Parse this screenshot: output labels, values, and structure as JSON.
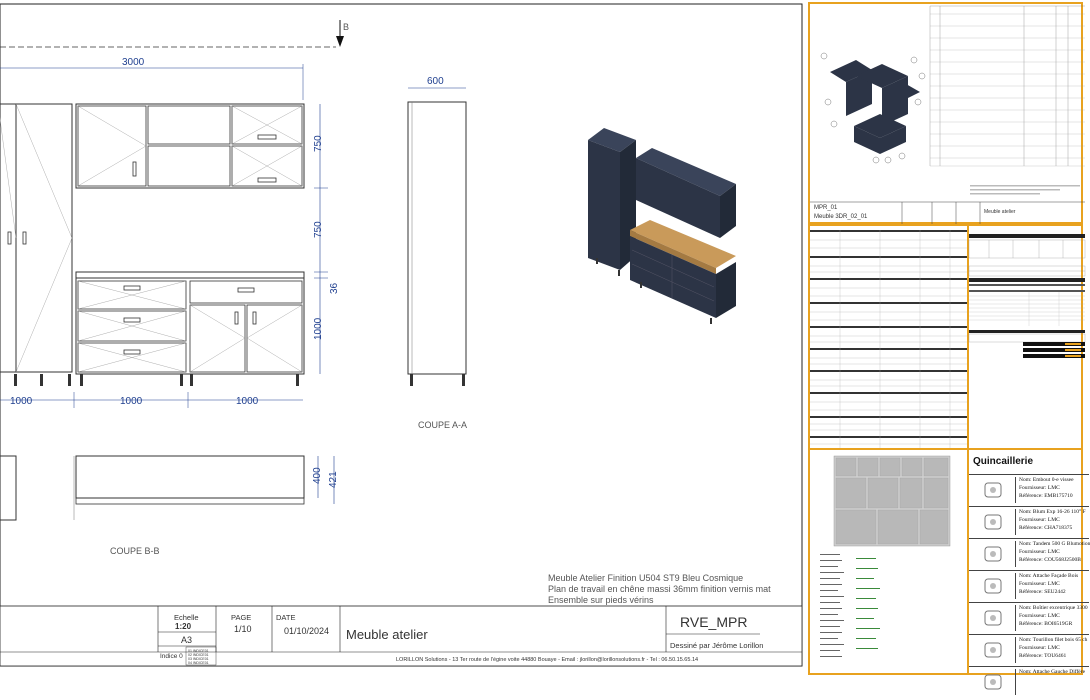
{
  "drawing": {
    "section_marker": "B",
    "dims": {
      "total_width": "3000",
      "height_upper": "750",
      "height_middle": "750",
      "height_worktop": "36",
      "height_lower": "1000",
      "width_col1": "1000",
      "width_col2": "1000",
      "width_col3": "1000",
      "depth_column": "600",
      "depth_lower": "400",
      "depth_total": "421"
    },
    "section_aa": "COUPE A-A",
    "section_bb": "COUPE B-B",
    "description_lines": [
      "Meuble Atelier Finition U504 ST9 Bleu Cosmique",
      "Plan de travail en chêne massi 36mm finition vernis mat",
      "Ensemble sur pieds vérins"
    ]
  },
  "title_block": {
    "scale_label": "Echelle",
    "scale_value": "1:20",
    "format": "A3",
    "index_label": "Indice 0",
    "page_label": "PAGE",
    "page_value": "1/10",
    "date_label": "DATE",
    "date_value": "01/10/2024",
    "title": "Meuble atelier",
    "reference": "RVE_MPR",
    "drawn_by": "Dessiné par Jérôme Lorillon",
    "company": "LORILLON Solutions - 13 Ter route de l'égine voite 44880 Bouaye - Email : jlorillon@lorillonsolutions.fr - Tel : 06.50.15.65.14",
    "revisions": [
      "01 INDICE01",
      "02 INDICE01",
      "03 INDICE01",
      "04 INDICE01"
    ]
  },
  "sheet2": {
    "ref": "MPR_01",
    "subref": "Meuble 3DR_02_01",
    "title": "Meuble atelier"
  },
  "sheet5": {
    "title": "Quincaillerie",
    "items": [
      {
        "nom": "Nom: Embout 0-e vissee",
        "fournisseur": "Fournisseur: LMC",
        "reference": "Référence: EMB175710"
      },
      {
        "nom": "Nom: Blum Exp 16-26 110° F",
        "fournisseur": "Fournisseur: LMC",
        "reference": "Référence: CHA718375"
      },
      {
        "nom": "Nom: Tandem 500 G Blumotion",
        "fournisseur": "Fournisseur: LMC",
        "reference": "Référence: COU568J2500B"
      },
      {
        "nom": "Nom: Attache Façade Bois",
        "fournisseur": "Fournisseur: LMC",
        "reference": "Référence: SEU2442"
      },
      {
        "nom": "Nom: Boîtier excentrique 3300",
        "fournisseur": "Fournisseur: LMC",
        "reference": "Référence: BOI6519GR"
      },
      {
        "nom": "Nom: Tourillon filet bois 65 ch",
        "fournisseur": "Fournisseur: LMC",
        "reference": "Référence: TOU6461"
      },
      {
        "nom": "Nom: Attache Gauche Différe",
        "fournisseur": "",
        "reference": ""
      }
    ]
  },
  "colors": {
    "sheet_border": "#e8a21f",
    "dimension": "#1f3f8f",
    "cabinet": "#2c3446",
    "worktop": "#c99a5a"
  }
}
